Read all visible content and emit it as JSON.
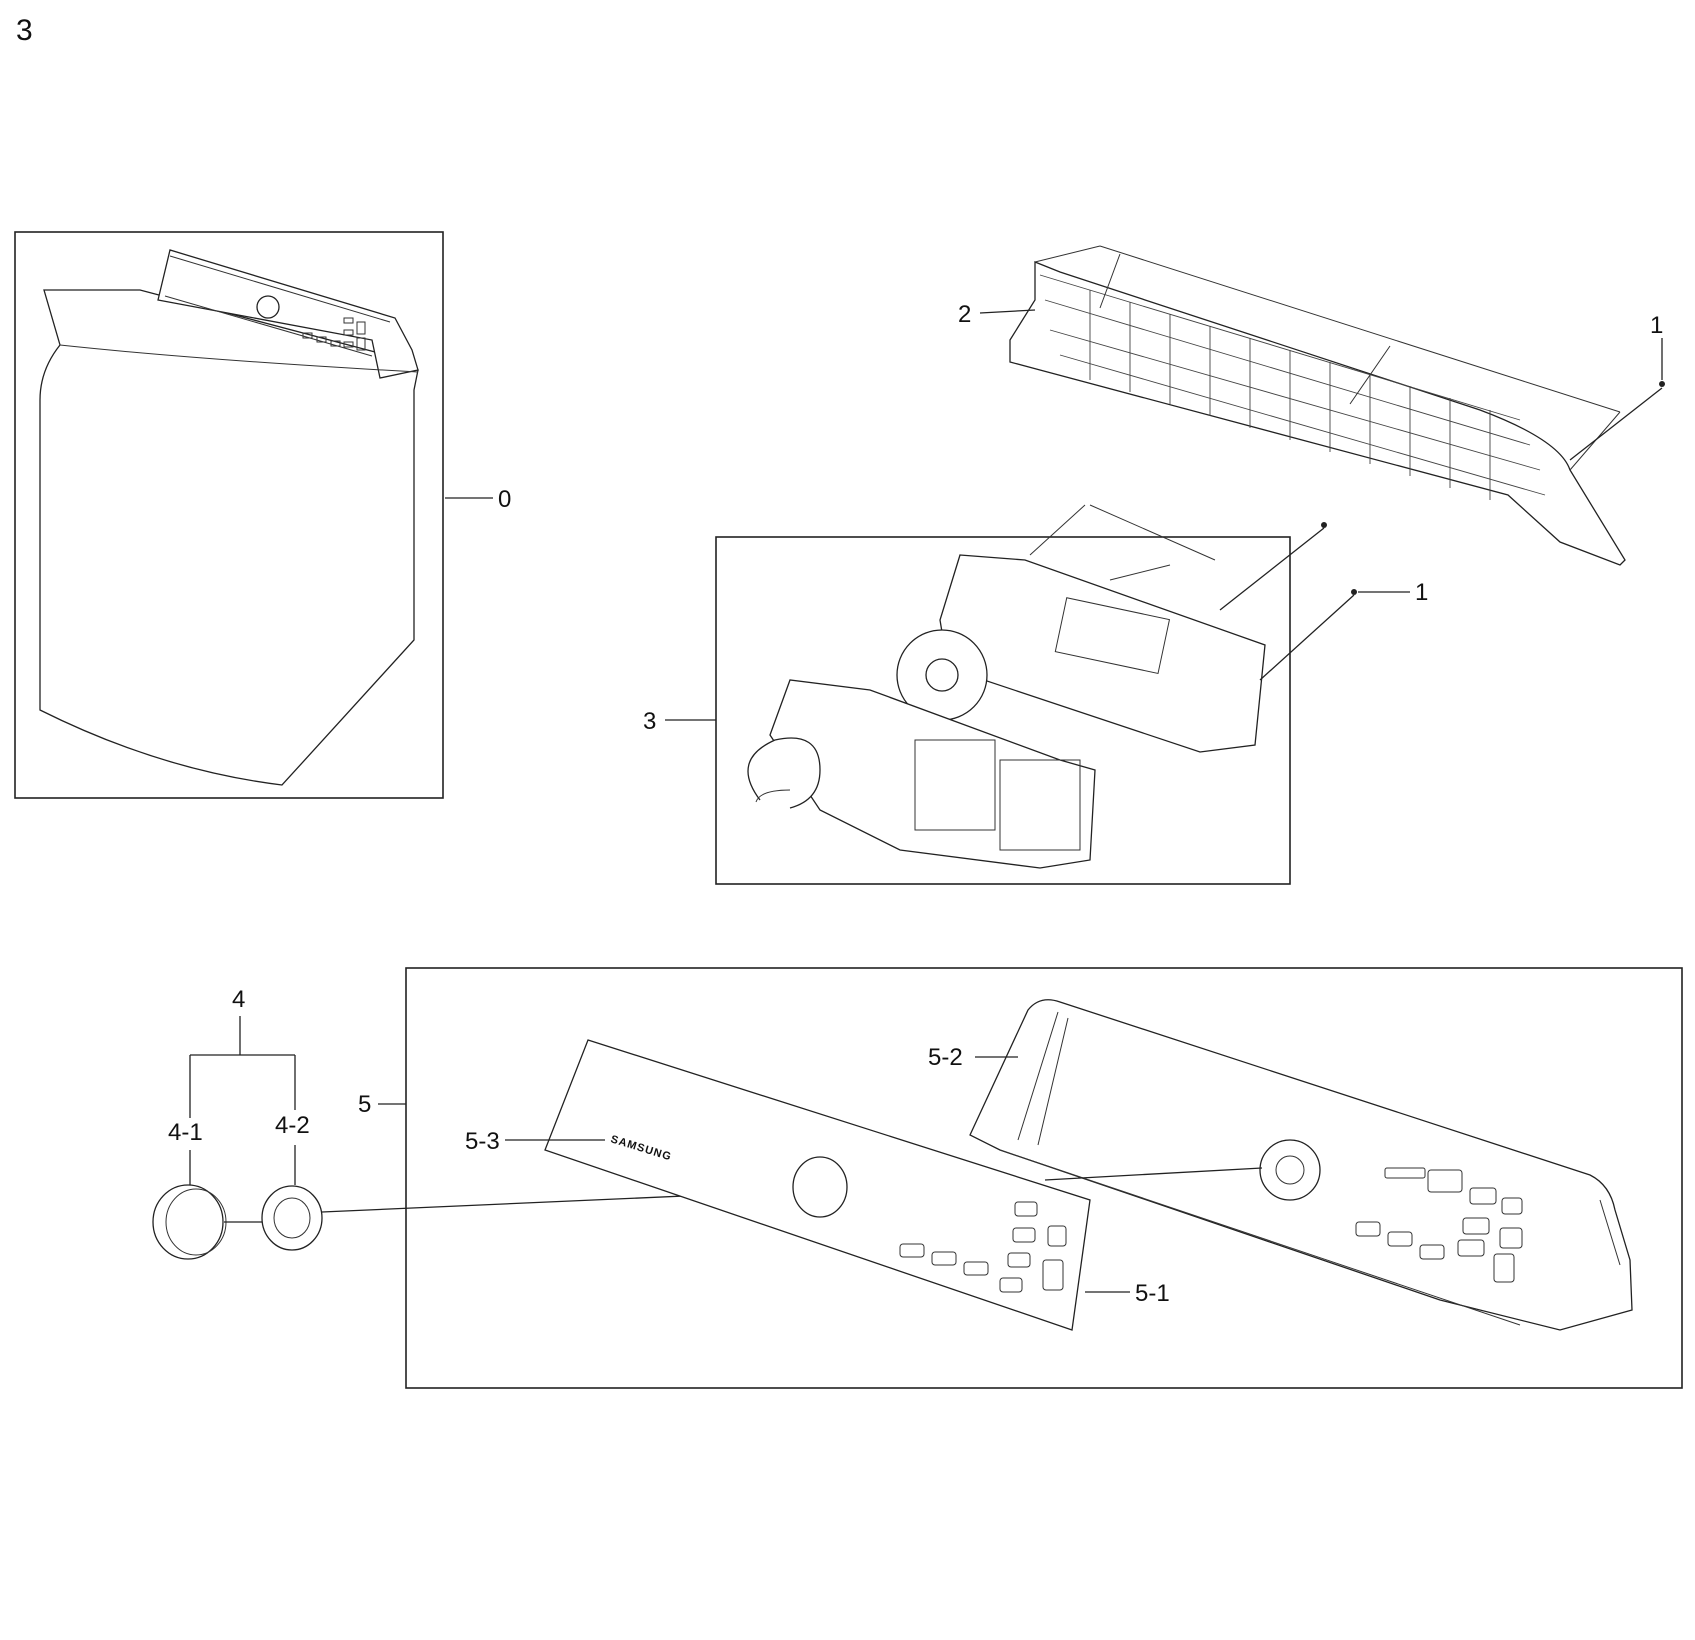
{
  "page": {
    "number": "3"
  },
  "callouts": {
    "c0": "0",
    "c1_top": "1",
    "c1_mid": "1",
    "c2": "2",
    "c3": "3",
    "c4": "4",
    "c4_1": "4-1",
    "c4_2": "4-2",
    "c5": "5",
    "c5_1": "5-1",
    "c5_2": "5-2",
    "c5_3": "5-3"
  },
  "logo": {
    "text": "SAMSUNG"
  }
}
